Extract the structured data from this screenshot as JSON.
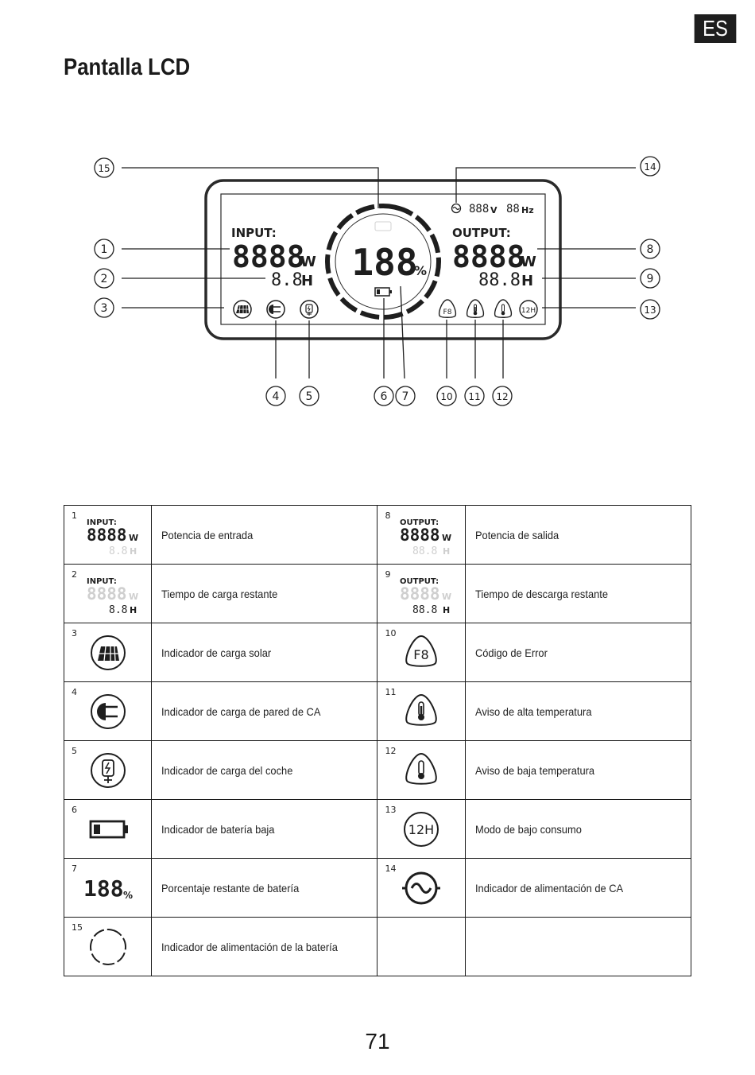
{
  "language_tab": "ES",
  "title": "Pantalla LCD",
  "lcd": {
    "input_label": "INPUT:",
    "input_watts": "8888",
    "input_watts_unit": "W",
    "input_hours": "8.8",
    "input_hours_unit": "H",
    "output_label": "OUTPUT:",
    "output_watts": "8888",
    "output_watts_unit": "W",
    "output_hours": "88.8",
    "output_hours_unit": "H",
    "battery_percent": "188",
    "battery_percent_unit": "%",
    "ac_voltage": "888",
    "ac_voltage_unit": "V",
    "ac_frequency": "88",
    "ac_frequency_unit": "Hz",
    "error_code": "F8",
    "low_power_mode": "12H"
  },
  "callouts": [
    "1",
    "2",
    "3",
    "4",
    "5",
    "6",
    "7",
    "8",
    "9",
    "10",
    "11",
    "12",
    "13",
    "14",
    "15"
  ],
  "legend": {
    "rows": [
      {
        "left": {
          "index": "1",
          "icon": "input-power-display",
          "label": "INPUT:",
          "value": "8888",
          "unit": "W",
          "sub_value": "8.8",
          "sub_unit": "H",
          "description": "Potencia de entrada"
        },
        "right": {
          "index": "8",
          "icon": "output-power-display",
          "label": "OUTPUT:",
          "value": "8888",
          "unit": "W",
          "sub_value": "88.8",
          "sub_unit": "H",
          "description": "Potencia de salida"
        }
      },
      {
        "left": {
          "index": "2",
          "icon": "input-time-display",
          "label": "INPUT:",
          "value": "8888",
          "unit": "W",
          "sub_value": "8.8",
          "sub_unit": "H",
          "description": "Tiempo de carga restante"
        },
        "right": {
          "index": "9",
          "icon": "output-time-display",
          "label": "OUTPUT:",
          "value": "8888",
          "unit": "W",
          "sub_value": "88.8",
          "sub_unit": "H",
          "description": "Tiempo de descarga restante"
        }
      },
      {
        "left": {
          "index": "3",
          "icon": "solar-panel-icon",
          "description": "Indicador de carga solar"
        },
        "right": {
          "index": "10",
          "icon": "error-code-icon",
          "text": "F8",
          "description": "Código de Error"
        }
      },
      {
        "left": {
          "index": "4",
          "icon": "ac-plug-icon",
          "description": "Indicador de carga de pared de CA"
        },
        "right": {
          "index": "11",
          "icon": "high-temperature-icon",
          "description": "Aviso de alta temperatura"
        }
      },
      {
        "left": {
          "index": "5",
          "icon": "car-charger-icon",
          "description": "Indicador de carga del coche"
        },
        "right": {
          "index": "12",
          "icon": "low-temperature-icon",
          "description": "Aviso de baja temperatura"
        }
      },
      {
        "left": {
          "index": "6",
          "icon": "low-battery-icon",
          "description": "Indicador de batería baja"
        },
        "right": {
          "index": "13",
          "icon": "low-power-mode-icon",
          "text": "12H",
          "description": "Modo de bajo consumo"
        }
      },
      {
        "left": {
          "index": "7",
          "icon": "battery-percent-display",
          "value": "188",
          "unit": "%",
          "description": "Porcentaje restante de batería"
        },
        "right": {
          "index": "14",
          "icon": "ac-output-icon",
          "description": "Indicador de alimentación de CA"
        }
      },
      {
        "left": {
          "index": "15",
          "icon": "battery-ring-icon",
          "description": "Indicador de alimentación de la batería"
        },
        "right": null
      }
    ]
  },
  "page_number": "71"
}
